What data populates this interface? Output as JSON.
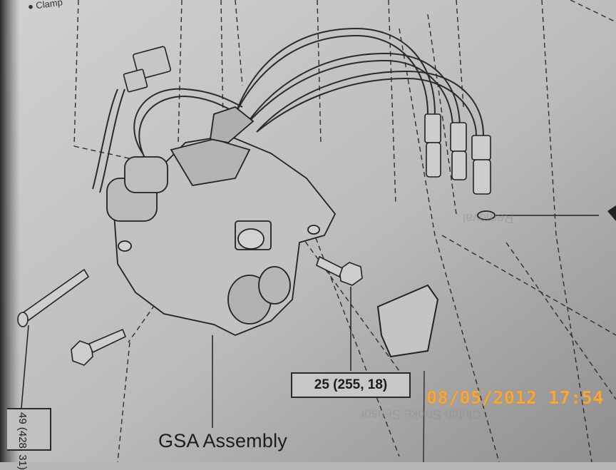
{
  "diagram": {
    "assembly_label": "GSA Assembly",
    "torque_spec": "25 (255, 18)",
    "corner_torque_spec": "49 (428, 31)",
    "clamp_label": "Clamp"
  },
  "photo_stamp": {
    "date": "08/05/2012",
    "time": "17:54"
  },
  "colors": {
    "paper": "#b8b6b6",
    "ink": "#2a2a2a",
    "stamp": "#f4a640"
  }
}
